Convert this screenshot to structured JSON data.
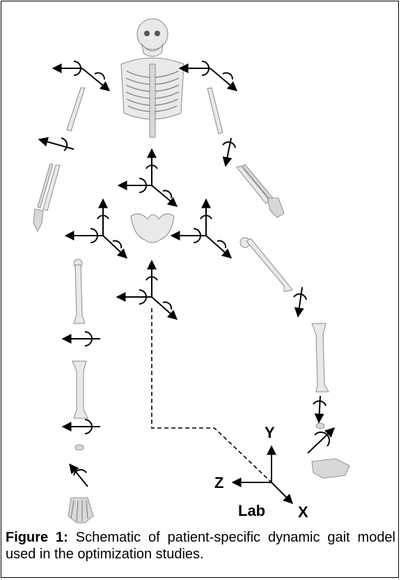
{
  "lab_frame": {
    "x_label": "X",
    "y_label": "Y",
    "z_label": "Z",
    "frame_label": "Lab"
  },
  "caption": {
    "prefix": "Figure 1:",
    "text": " Schematic of patient-specific dynamic gait model used in the optimization studies."
  },
  "colors": {
    "line": "#000000",
    "bone_fill": "#e9e9e9",
    "bone_stroke": "#8a8a8a"
  }
}
